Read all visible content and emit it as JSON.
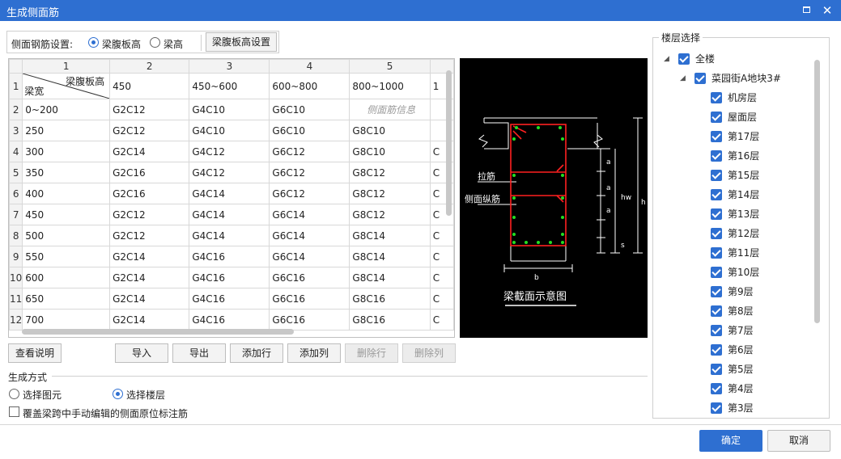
{
  "window": {
    "title": "生成侧面筋"
  },
  "settings": {
    "label": "侧面钢筋设置:",
    "option_web_height": "梁腹板高",
    "option_beam_height": "梁高",
    "selected": "梁腹板高",
    "web_height_button": "梁腹板高设置"
  },
  "grid": {
    "column_headers": [
      "1",
      "2",
      "3",
      "4",
      "5",
      ""
    ],
    "corner_top": "梁腹板高",
    "corner_bottom": "梁宽",
    "web_heights": [
      "450",
      "450~600",
      "600~800",
      "800~1000",
      "1"
    ],
    "rows": [
      {
        "num": "2",
        "width": "0~200",
        "cells": [
          "G2C12",
          "G4C10",
          "G6C10",
          "侧面筋信息",
          ""
        ]
      },
      {
        "num": "3",
        "width": "250",
        "cells": [
          "G2C12",
          "G4C10",
          "G6C10",
          "G8C10",
          ""
        ]
      },
      {
        "num": "4",
        "width": "300",
        "cells": [
          "G2C14",
          "G4C12",
          "G6C12",
          "G8C10",
          "C"
        ]
      },
      {
        "num": "5",
        "width": "350",
        "cells": [
          "G2C16",
          "G4C12",
          "G6C12",
          "G8C12",
          "C"
        ]
      },
      {
        "num": "6",
        "width": "400",
        "cells": [
          "G2C16",
          "G4C14",
          "G6C12",
          "G8C12",
          "C"
        ]
      },
      {
        "num": "7",
        "width": "450",
        "cells": [
          "G2C12",
          "G4C14",
          "G6C14",
          "G8C12",
          "C"
        ]
      },
      {
        "num": "8",
        "width": "500",
        "cells": [
          "G2C12",
          "G4C14",
          "G6C14",
          "G8C14",
          "C"
        ]
      },
      {
        "num": "9",
        "width": "550",
        "cells": [
          "G2C14",
          "G4C16",
          "G6C14",
          "G8C14",
          "C"
        ]
      },
      {
        "num": "10",
        "width": "600",
        "cells": [
          "G2C14",
          "G4C16",
          "G6C16",
          "G8C14",
          "C"
        ]
      },
      {
        "num": "11",
        "width": "650",
        "cells": [
          "G2C14",
          "G4C16",
          "G6C16",
          "G8C16",
          "C"
        ]
      },
      {
        "num": "12",
        "width": "700",
        "cells": [
          "G2C14",
          "G4C16",
          "G6C16",
          "G8C16",
          "C"
        ]
      }
    ],
    "first_row_num": "1"
  },
  "diagram": {
    "caption": "梁截面示意图",
    "tie_bar_label": "拉筋",
    "side_bar_label": "侧面纵筋",
    "dim_a": "a",
    "dim_s": "s",
    "dim_hw": "hw",
    "dim_h": "h",
    "dim_b": "b"
  },
  "actions": {
    "view_help": "查看说明",
    "import": "导入",
    "export": "导出",
    "add_row": "添加行",
    "add_col": "添加列",
    "delete_row": "删除行",
    "delete_col": "删除列"
  },
  "generation": {
    "title": "生成方式",
    "option_select_element": "选择图元",
    "option_select_floor": "选择楼层",
    "selected": "选择楼层",
    "overwrite_label": "覆盖梁跨中手动编辑的侧面原位标注筋",
    "overwrite_checked": false
  },
  "floors": {
    "title": "楼层选择",
    "root": "全楼",
    "building": "菜园街A地块3#",
    "items": [
      "机房层",
      "屋面层",
      "第17层",
      "第16层",
      "第15层",
      "第14层",
      "第13层",
      "第12层",
      "第11层",
      "第10层",
      "第9层",
      "第8层",
      "第7层",
      "第6层",
      "第5层",
      "第4层",
      "第3层"
    ]
  },
  "footer": {
    "ok": "确定",
    "cancel": "取消"
  },
  "colors": {
    "accent": "#2e6fd1",
    "diagram_bg": "#000000",
    "stirrup": "#ff2020",
    "rebar": "#22dd22"
  }
}
